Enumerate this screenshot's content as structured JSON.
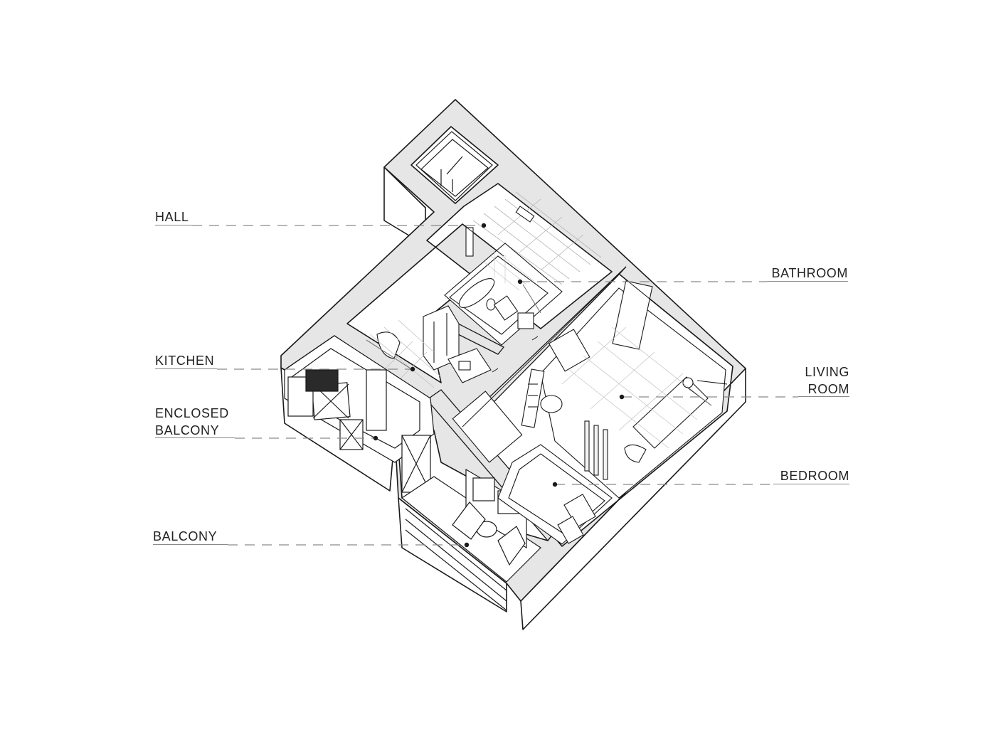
{
  "labels": {
    "hall": "HALL",
    "kitchen": "KITCHEN",
    "enclosed_balcony_line1": "ENCLOSED",
    "enclosed_balcony_line2": "BALCONY",
    "balcony": "BALCONY",
    "bathroom": "BATHROOM",
    "living_room_line1": "LIVING",
    "living_room_line2": "ROOM",
    "bedroom": "BEDROOM"
  },
  "colors": {
    "wall_fill": "#e6e6e6",
    "line": "#1a1a1a",
    "leader": "#8a8a8a",
    "text": "#222222"
  }
}
